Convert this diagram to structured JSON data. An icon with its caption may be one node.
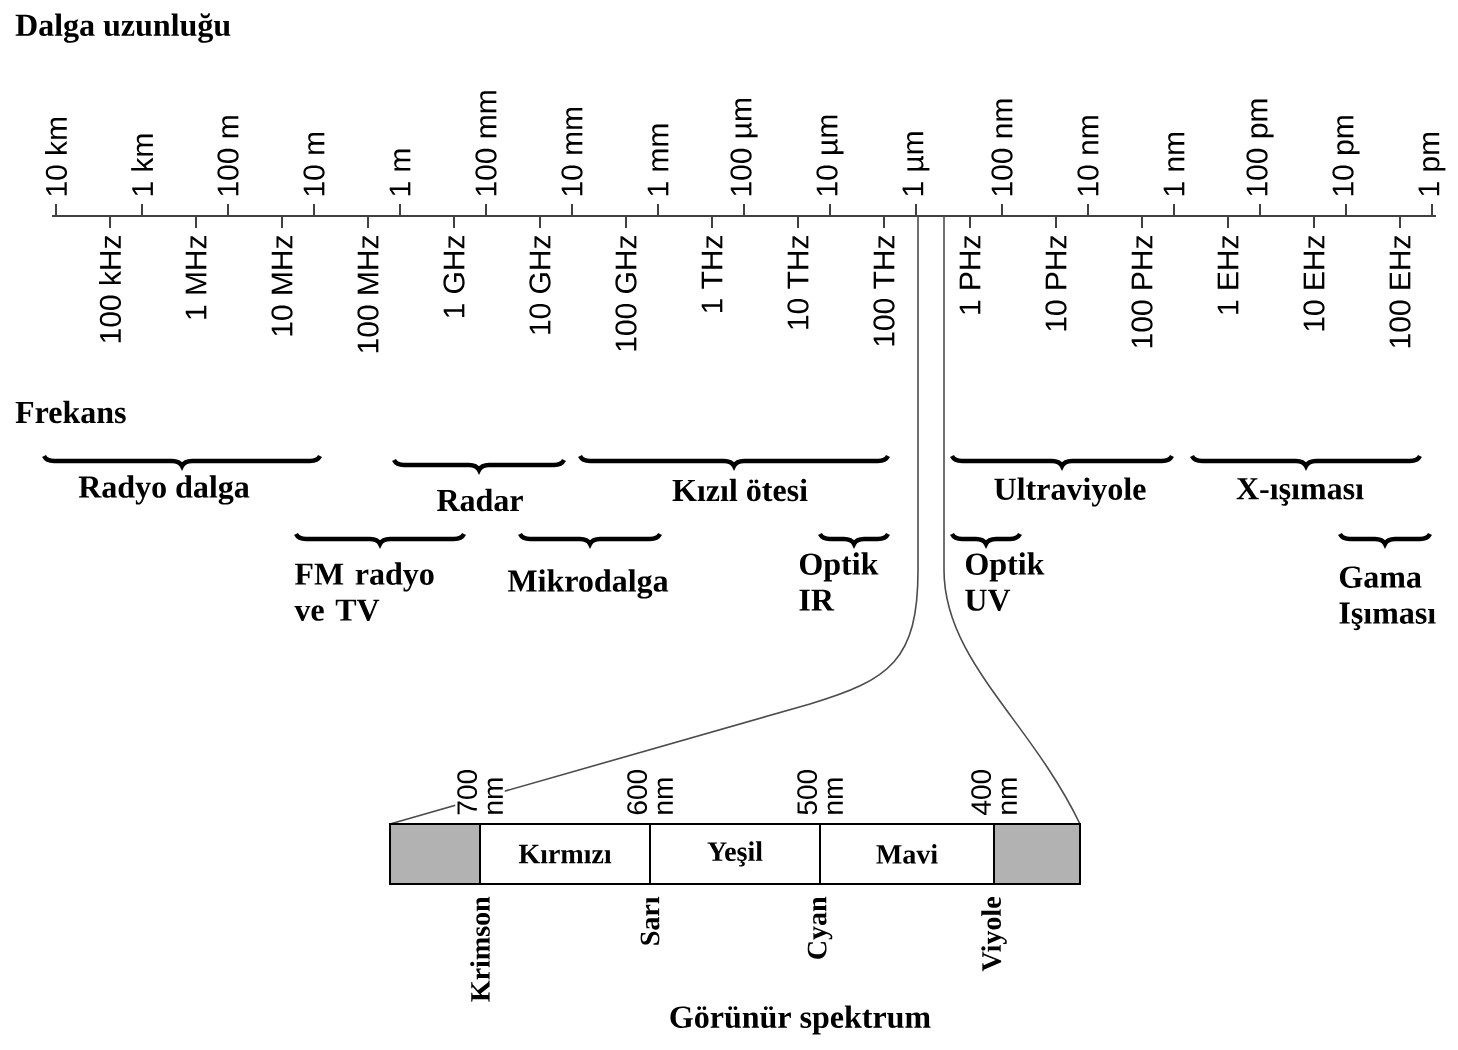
{
  "diagram": {
    "nodes": [
      {
        "text": [
          "Radyo dalga"
        ]
      },
      {
        "text": [
          "Radar"
        ]
      },
      {
        "text": [
          "Kızıl ötesi"
        ]
      },
      {
        "text": [
          "Ultraviyole"
        ]
      },
      {
        "text": [
          "X-ışıması"
        ]
      },
      {
        "text": [
          "FM radyo ve TV"
        ]
      },
      {
        "text": [
          "Mikrodalga"
        ]
      },
      {
        "text": [
          "Optik IR"
        ]
      },
      {
        "text": [
          "Optik UV"
        ]
      },
      {
        "text": [
          "Gama Işıması"
        ]
      },
      {
        "text": [],
        "shape": "box"
      },
      {
        "text": [
          "Kırmızı"
        ]
      },
      {
        "text": [
          "Yeşil"
        ]
      },
      {
        "text": [
          "Mavi"
        ]
      },
      {
        "text": [],
        "shape": "box"
      }
    ],
    "labels": [
      "Dalga uzunluğu",
      "10 km",
      "1 km",
      "100 m",
      "10 m",
      "1 m",
      "100 mm",
      "10 mm",
      "1 mm",
      "100 µm",
      "10 µm",
      "1 µm",
      "100 nm",
      "10 nm",
      "1 nm",
      "100 pm",
      "10 pm",
      "1 pm",
      "100 kHz",
      "1 MHz",
      "10 MHz",
      "100 MHz",
      "1 GHz",
      "10 GHz",
      "100 GHz",
      "1 THz",
      "10 THz",
      "100 THz",
      "1 PHz",
      "10 PHz",
      "100 PHz",
      "1 EHz",
      "10 EHz",
      "100 EHz",
      "Frekans",
      "700 nm",
      "600 nm",
      "500 nm",
      "400 nm",
      "Krimson",
      "Sarı",
      "Cyan",
      "Viyole",
      "Görünür spektrum"
    ]
  }
}
